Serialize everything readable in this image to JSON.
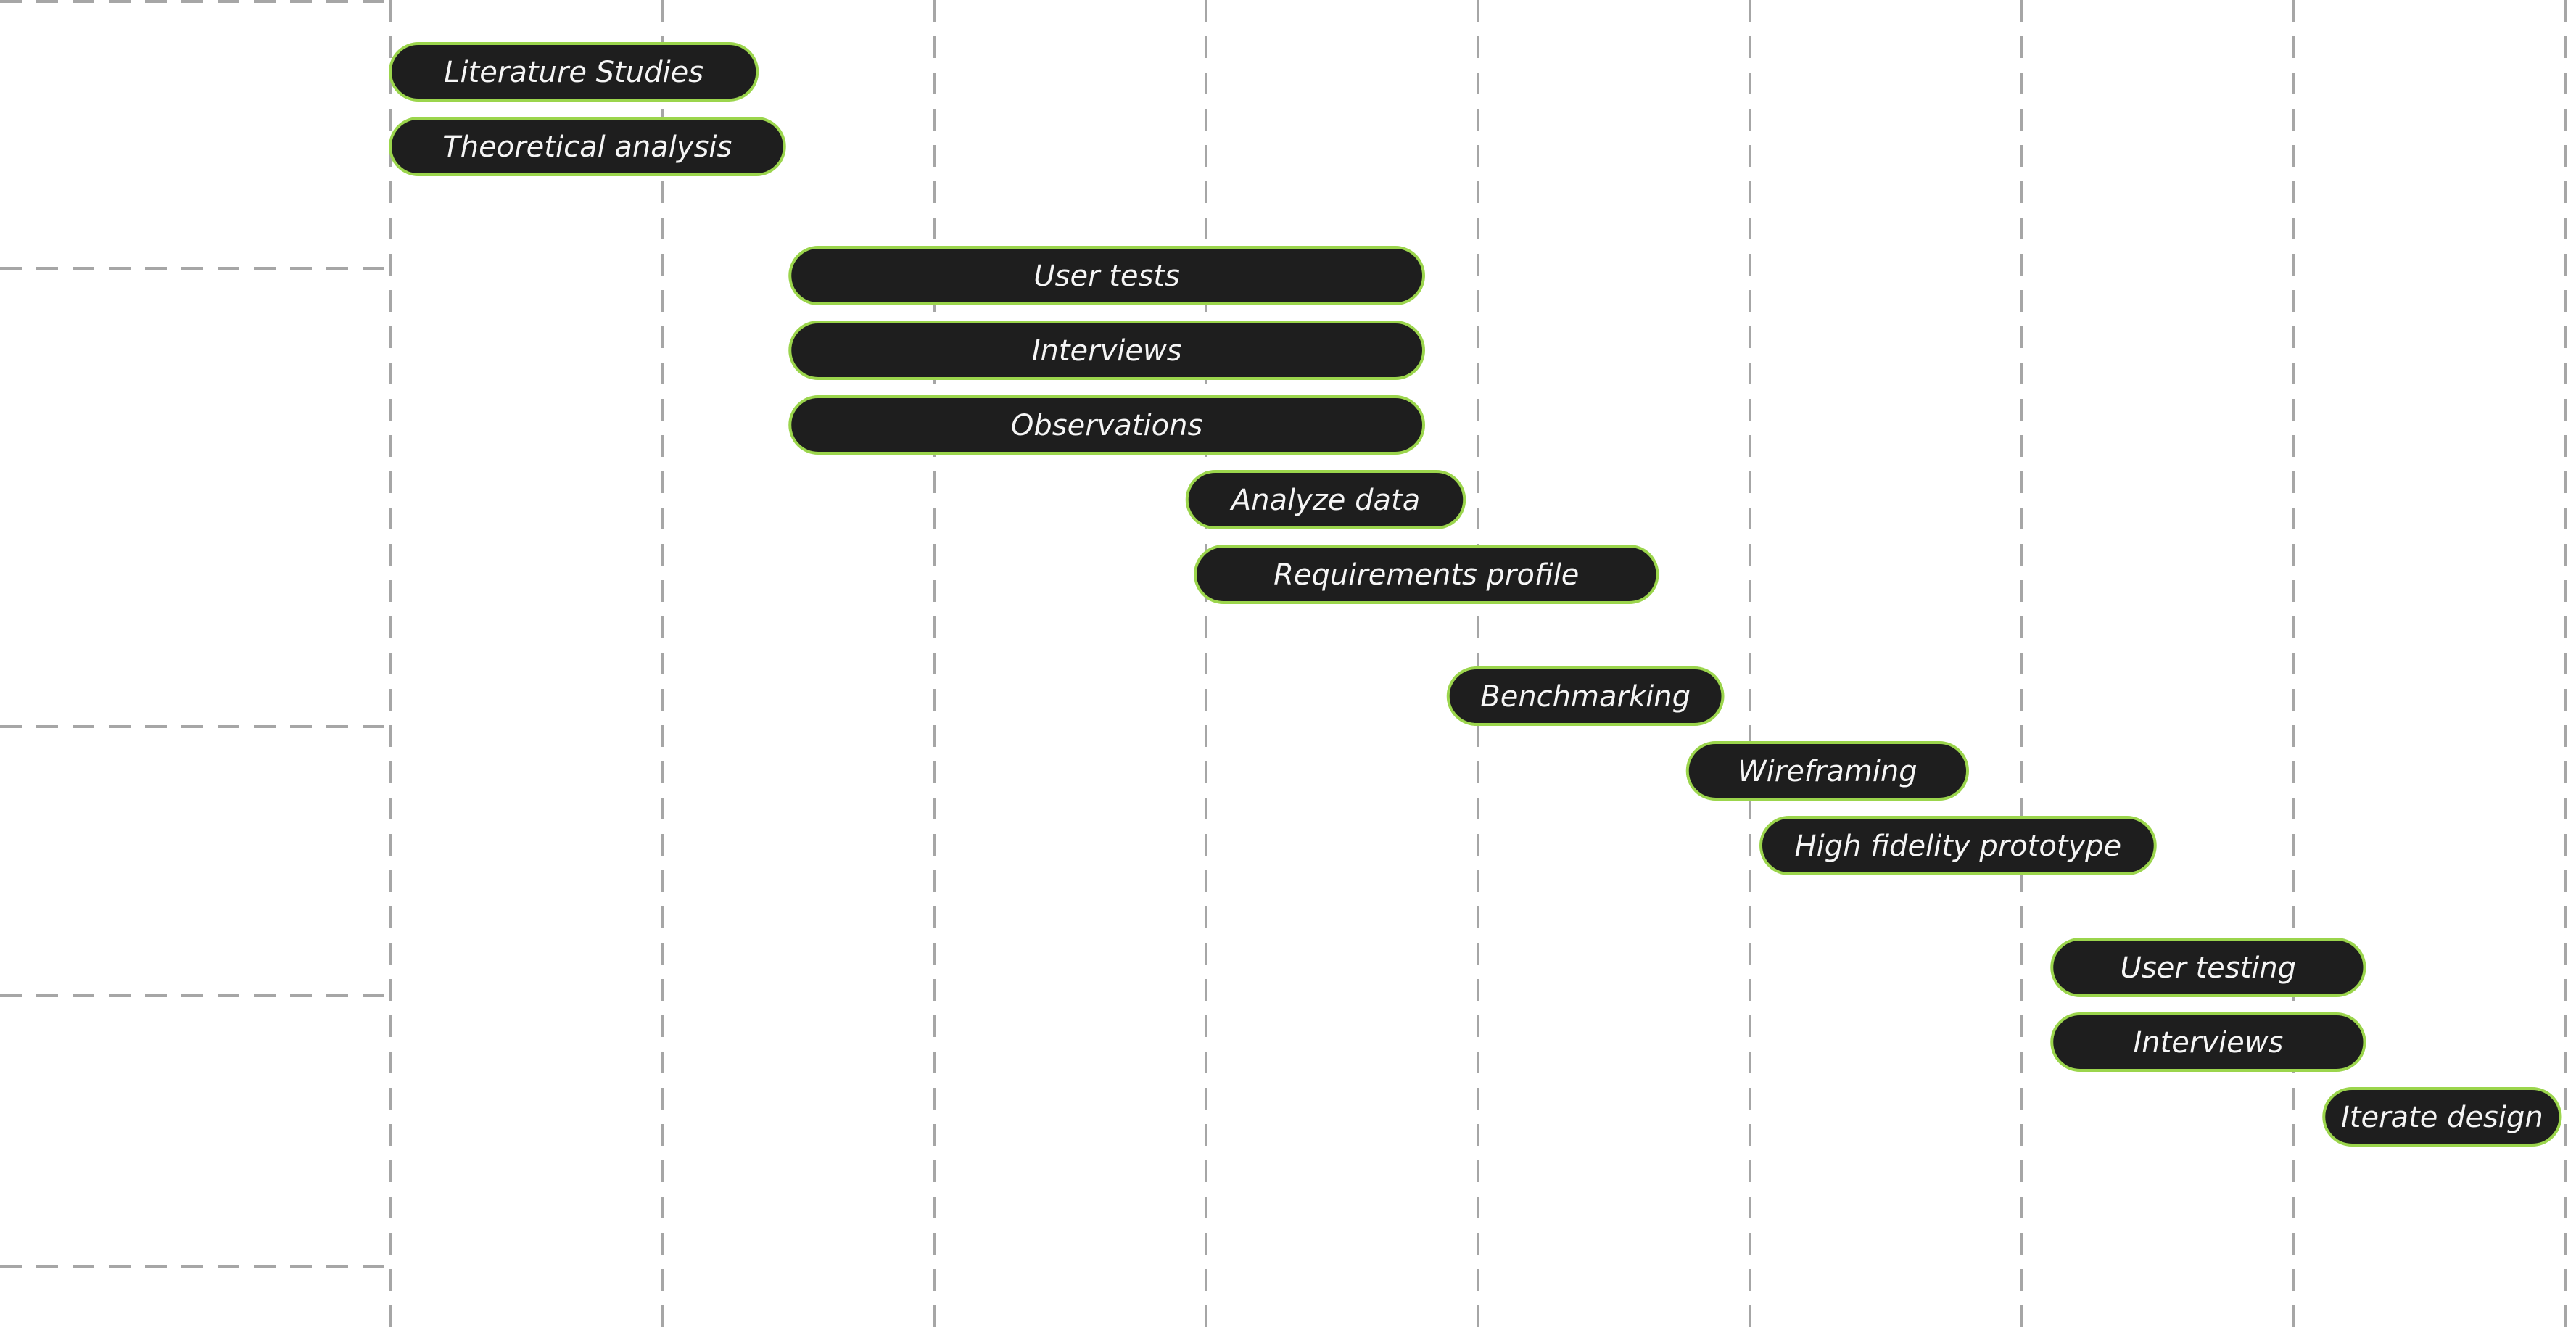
{
  "chart_data": {
    "type": "gantt",
    "colors": {
      "bar_fill": "#1e1e1e",
      "bar_outline": "#9bd54c",
      "label_text": "#f5f5f5",
      "grid": "#a6a6a6"
    },
    "time_columns": 8,
    "phases": 4,
    "tasks": [
      {
        "label": "Literature Studies",
        "phase": 1,
        "start": 0.0,
        "end": 1.35
      },
      {
        "label": "Theoretical analysis",
        "phase": 1,
        "start": 0.0,
        "end": 1.45
      },
      {
        "label": "User tests",
        "phase": 2,
        "start": 1.47,
        "end": 3.8
      },
      {
        "label": "Interviews",
        "phase": 2,
        "start": 1.47,
        "end": 3.8
      },
      {
        "label": "Observations",
        "phase": 2,
        "start": 1.47,
        "end": 3.8
      },
      {
        "label": "Analyze data",
        "phase": 2,
        "start": 2.93,
        "end": 3.95
      },
      {
        "label": "Requirements profile",
        "phase": 2,
        "start": 2.96,
        "end": 4.66
      },
      {
        "label": "Benchmarking",
        "phase": 3,
        "start": 3.89,
        "end": 4.9
      },
      {
        "label": "Wireframing",
        "phase": 3,
        "start": 4.77,
        "end": 5.8
      },
      {
        "label": "High fidelity prototype",
        "phase": 3,
        "start": 5.04,
        "end": 6.49
      },
      {
        "label": "User testing",
        "phase": 4,
        "start": 6.11,
        "end": 7.26
      },
      {
        "label": "Interviews",
        "phase": 4,
        "start": 6.11,
        "end": 7.26
      },
      {
        "label": "Iterate design",
        "phase": 4,
        "start": 7.11,
        "end": 7.98
      }
    ]
  }
}
